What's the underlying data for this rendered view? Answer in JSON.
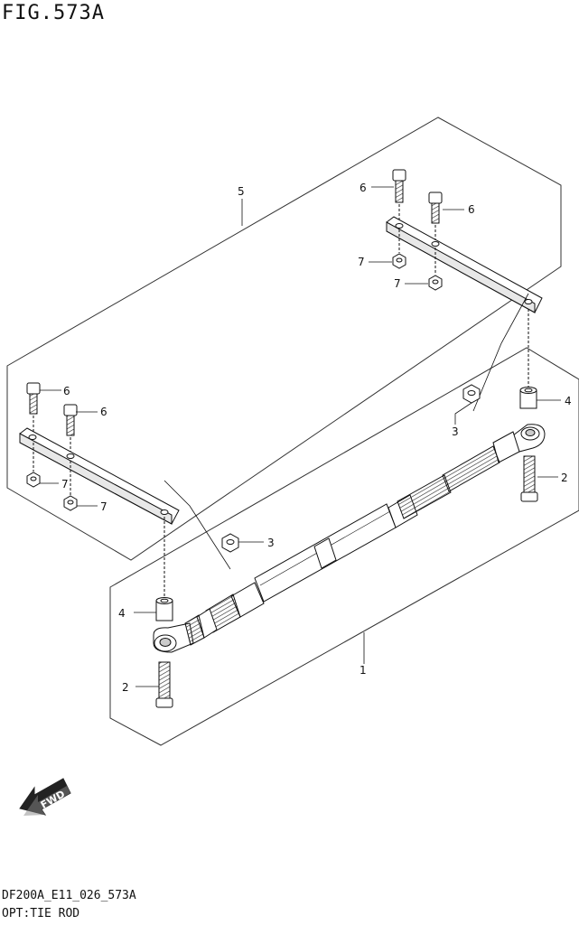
{
  "figure": {
    "title": "FIG.573A",
    "code": "DF200A_E11_026_573A",
    "description": "OPT:TIE ROD"
  },
  "callouts": {
    "c1": "1",
    "c2a": "2",
    "c2b": "2",
    "c3a": "3",
    "c3b": "3",
    "c4a": "4",
    "c4b": "4",
    "c5": "5",
    "c6a": "6",
    "c6b": "6",
    "c6c": "6",
    "c6d": "6",
    "c7a": "7",
    "c7b": "7",
    "c7c": "7",
    "c7d": "7"
  },
  "fwd_label": "FWD",
  "icons": {
    "direction": "fwd-arrow-icon"
  }
}
